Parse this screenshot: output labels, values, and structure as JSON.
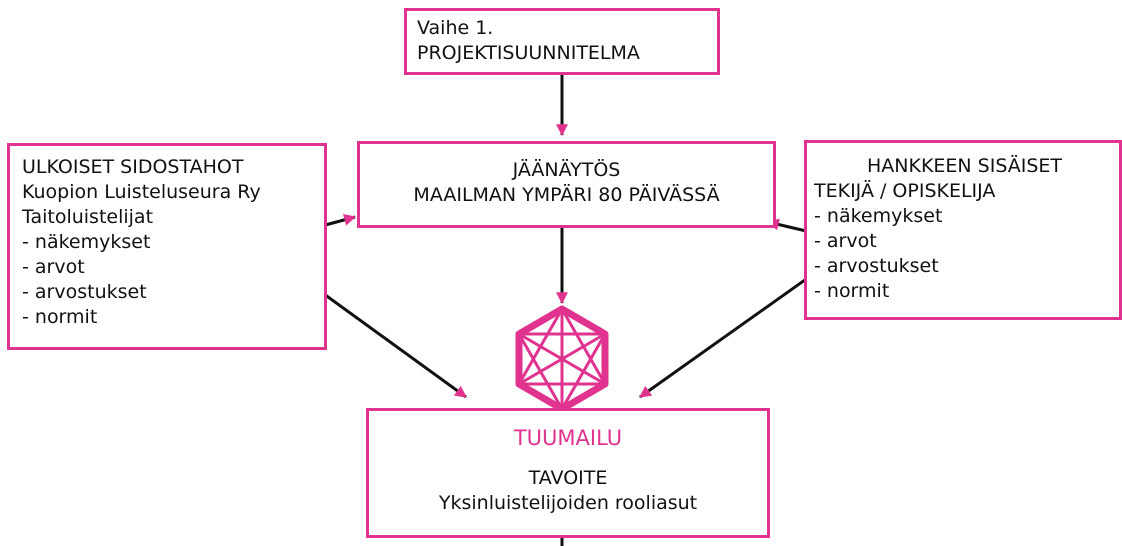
{
  "phase_box": {
    "line1": "Vaihe 1.",
    "line2": "PROJEKTISUUNNITELMA"
  },
  "show_box": {
    "line1": "JÄÄNÄYTÖS",
    "line2": "MAAILMAN YMPÄRI 80 PÄIVÄSSÄ"
  },
  "external_box": {
    "title": "ULKOISET SIDOSTAHOT",
    "lines": [
      "Kuopion Luisteluseura Ry",
      "Taitoluistelijat"
    ],
    "items": [
      "- näkemykset",
      "- arvot",
      "- arvostukset",
      "- normit"
    ]
  },
  "internal_box": {
    "title": "HANKKEEN SISÄISET",
    "subtitle": "TEKIJÄ / OPISKELIJA",
    "items": [
      "- näkemykset",
      "- arvot",
      "- arvostukset",
      "- normit"
    ]
  },
  "tuumailu_box": {
    "title": "TUUMAILU",
    "line1": "TAVOITE",
    "line2": "Yksinluistelijoiden rooliasut"
  },
  "icon": "hexagon-network-icon",
  "colors": {
    "accent": "#e0338f",
    "line": "#111111",
    "text": "#111111"
  }
}
